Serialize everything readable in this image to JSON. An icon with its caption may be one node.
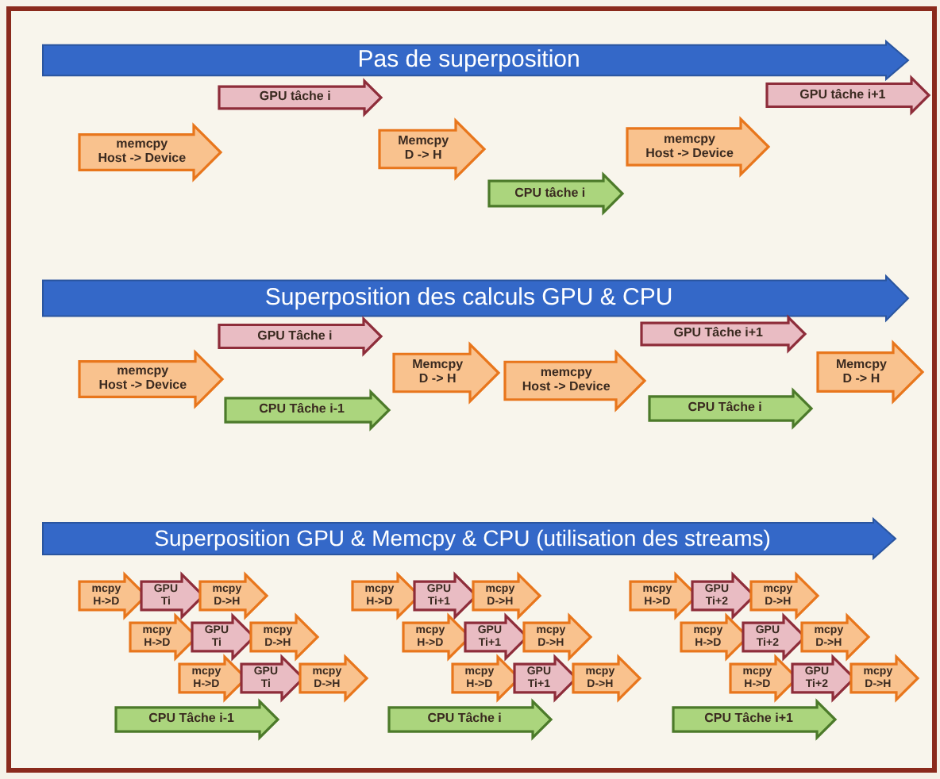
{
  "diagram": {
    "nodes": [
      {
        "text": [
          "Pas de superposition"
        ]
      },
      {
        "text": [
          "GPU tâche i"
        ]
      },
      {
        "text": [
          "GPU tâche i+1"
        ]
      },
      {
        "text": [
          "memcpy",
          "Host -> Device"
        ]
      },
      {
        "text": [
          "Memcpy",
          "D -> H"
        ]
      },
      {
        "text": [
          "memcpy",
          "Host -> Device"
        ]
      },
      {
        "text": [
          "CPU tâche i"
        ]
      },
      {
        "text": [
          "Superposition  des calculs GPU & CPU"
        ]
      },
      {
        "text": [
          "GPU Tâche i"
        ]
      },
      {
        "text": [
          "memcpy",
          "Host -> Device"
        ]
      },
      {
        "text": [
          "CPU Tâche i-1"
        ]
      },
      {
        "text": [
          "Memcpy",
          "D -> H"
        ]
      },
      {
        "text": [
          "memcpy",
          "Host -> Device"
        ]
      },
      {
        "text": [
          "GPU Tâche i+1"
        ]
      },
      {
        "text": [
          "CPU Tâche i"
        ]
      },
      {
        "text": [
          "Memcpy",
          "D -> H"
        ]
      },
      {
        "text": [
          "Superposition GPU & Memcpy & CPU (utilisation des streams)"
        ]
      },
      {
        "text": [
          "mcpy",
          "H->D"
        ]
      },
      {
        "text": [
          "GPU",
          "Ti"
        ]
      },
      {
        "text": [
          "mcpy",
          "D->H"
        ]
      },
      {
        "text": [
          "mcpy",
          "H->D"
        ]
      },
      {
        "text": [
          "GPU",
          "Ti"
        ]
      },
      {
        "text": [
          "mcpy",
          "D->H"
        ]
      },
      {
        "text": [
          "mcpy",
          "H->D"
        ]
      },
      {
        "text": [
          "GPU",
          "Ti"
        ]
      },
      {
        "text": [
          "mcpy",
          "D->H"
        ]
      },
      {
        "text": [
          "CPU Tâche i-1"
        ]
      },
      {
        "text": [
          "mcpy",
          "H->D"
        ]
      },
      {
        "text": [
          "GPU",
          "Ti+1"
        ]
      },
      {
        "text": [
          "mcpy",
          "D->H"
        ]
      },
      {
        "text": [
          "mcpy",
          "H->D"
        ]
      },
      {
        "text": [
          "GPU",
          "Ti+1"
        ]
      },
      {
        "text": [
          "mcpy",
          "D->H"
        ]
      },
      {
        "text": [
          "mcpy",
          "H->D"
        ]
      },
      {
        "text": [
          "GPU",
          "Ti+1"
        ]
      },
      {
        "text": [
          "mcpy",
          "D->H"
        ]
      },
      {
        "text": [
          "CPU Tâche i"
        ]
      },
      {
        "text": [
          "mcpy",
          "H->D"
        ]
      },
      {
        "text": [
          "GPU",
          "Ti+2"
        ]
      },
      {
        "text": [
          "mcpy",
          "D->H"
        ]
      },
      {
        "text": [
          "mcpy",
          "H->D"
        ]
      },
      {
        "text": [
          "GPU",
          "Ti+2"
        ]
      },
      {
        "text": [
          "mcpy",
          "D->H"
        ]
      },
      {
        "text": [
          "mcpy",
          "H->D"
        ]
      },
      {
        "text": [
          "GPU",
          "Ti+2"
        ]
      },
      {
        "text": [
          "mcpy",
          "D->H"
        ]
      },
      {
        "text": [
          "CPU Tâche i+1"
        ]
      }
    ]
  }
}
